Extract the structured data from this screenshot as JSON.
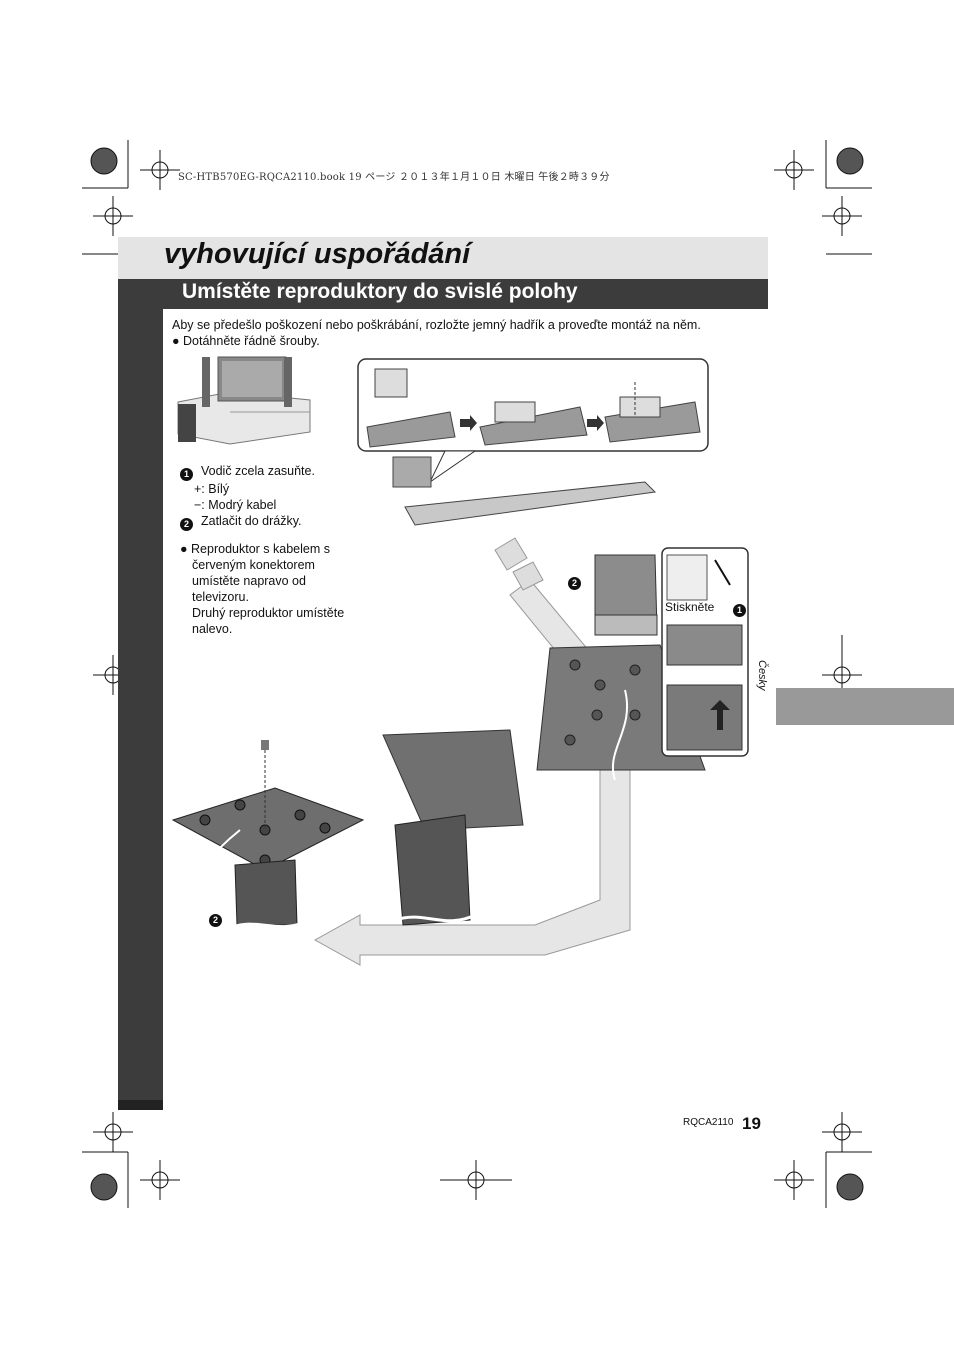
{
  "print_info": "SC-HTB570EG-RQCA2110.book  19 ページ  ２０１３年１月１０日  木曜日  午後２時３９分",
  "header": {
    "title": "vyhovující uspořádání",
    "subtitle": "Umístěte reproduktory do svislé polohy"
  },
  "intro": {
    "text": "Aby se předešlo poškození nebo poškrábání, rozložte jemný hadřík a proveďte montáž na něm.",
    "bullet": "● Dotáhněte řádně šrouby."
  },
  "steps": [
    {
      "num": "1",
      "text": "Vodič zcela zasuňte."
    },
    {
      "num": "",
      "text": "+: Bílý"
    },
    {
      "num": "",
      "text": "−: Modrý kabel"
    },
    {
      "num": "2",
      "text": "Zatlačit do drážky."
    }
  ],
  "note": {
    "lines": [
      "● Reproduktor s kabelem s",
      "červeným konektorem",
      "umístěte napravo od",
      "televizoru.",
      "Druhý reproduktor umístěte",
      "nalevo."
    ]
  },
  "callouts": {
    "press": "Stiskněte",
    "num1": "1",
    "num2": "2",
    "num2b": "2"
  },
  "sidebar": {
    "language": "Česky"
  },
  "footer": {
    "model": "RQCA2110",
    "page": "19"
  }
}
